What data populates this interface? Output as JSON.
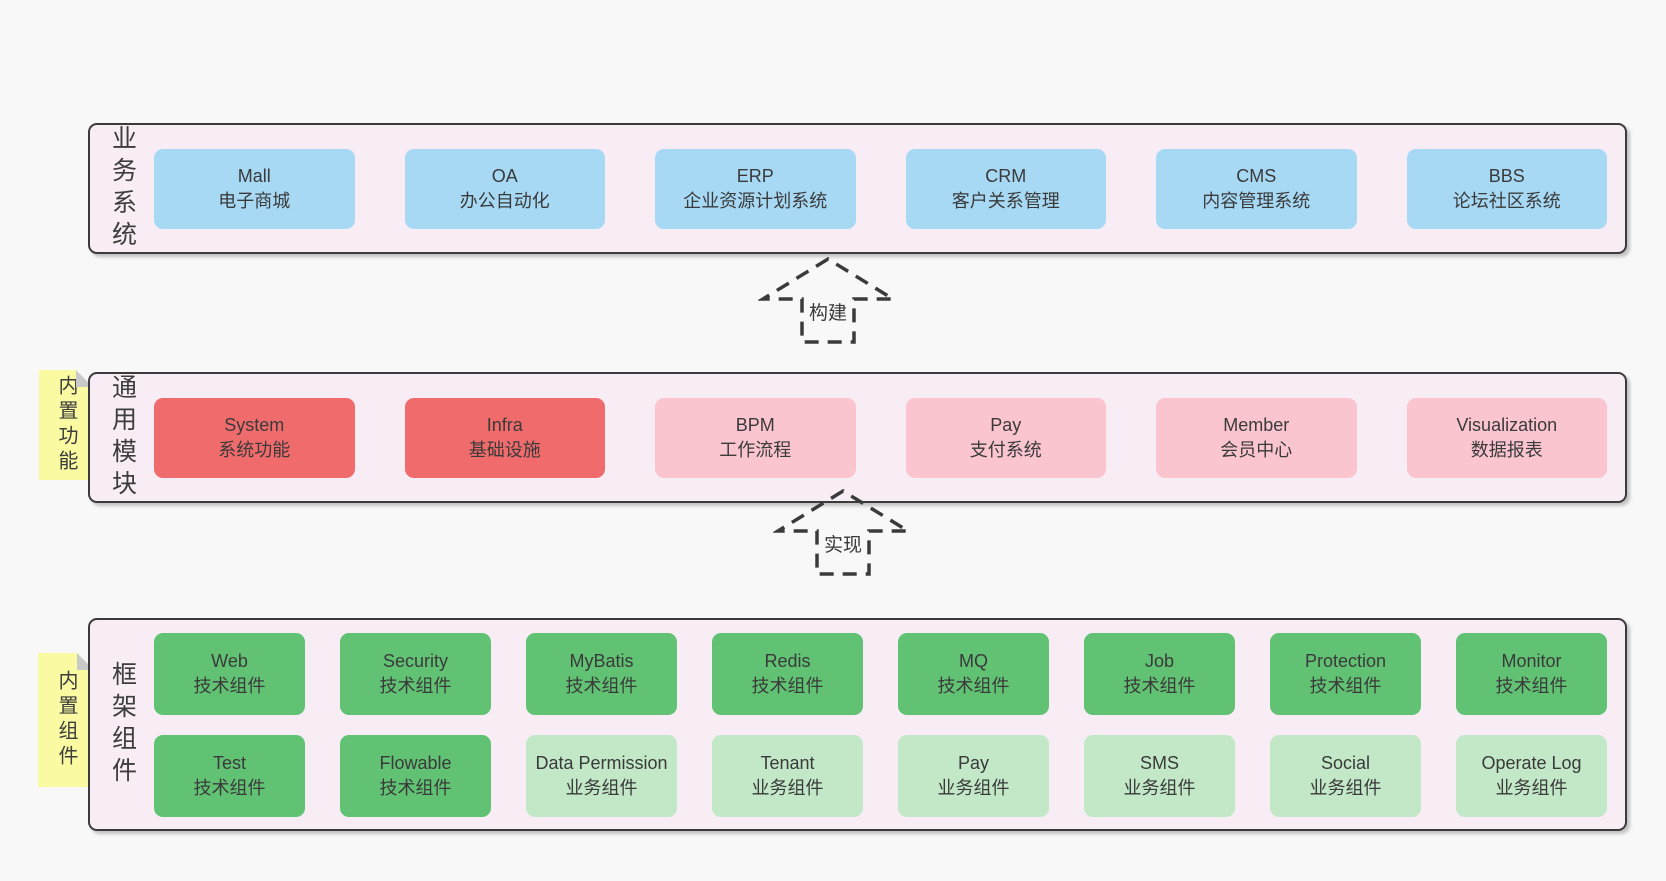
{
  "colors": {
    "page_bg": "#f8f8f8",
    "panel_bg": "#f8edf5",
    "panel_border": "#3b3b3b",
    "blue_box": "#a7d9f5",
    "red_box": "#f06b6c",
    "pink_box": "#fbc5cf",
    "green_box": "#61c274",
    "light_green_box": "#c2e8c7",
    "note_bg": "#fafaa2",
    "note_fold": "#c9c9c9",
    "text": "#3d3d3d"
  },
  "arrows": [
    {
      "label": "构建"
    },
    {
      "label": "实现"
    }
  ],
  "layers": [
    {
      "label": "业务系统",
      "boxes": [
        {
          "title": "Mall",
          "subtitle": "电子商城",
          "variant": "blue"
        },
        {
          "title": "OA",
          "subtitle": "办公自动化",
          "variant": "blue"
        },
        {
          "title": "ERP",
          "subtitle": "企业资源计划系统",
          "variant": "blue"
        },
        {
          "title": "CRM",
          "subtitle": "客户关系管理",
          "variant": "blue"
        },
        {
          "title": "CMS",
          "subtitle": "内容管理系统",
          "variant": "blue"
        },
        {
          "title": "BBS",
          "subtitle": "论坛社区系统",
          "variant": "blue"
        }
      ]
    },
    {
      "label": "通用模块",
      "note": "内置功能",
      "boxes": [
        {
          "title": "System",
          "subtitle": "系统功能",
          "variant": "red"
        },
        {
          "title": "Infra",
          "subtitle": "基础设施",
          "variant": "red"
        },
        {
          "title": "BPM",
          "subtitle": "工作流程",
          "variant": "pink"
        },
        {
          "title": "Pay",
          "subtitle": "支付系统",
          "variant": "pink"
        },
        {
          "title": "Member",
          "subtitle": "会员中心",
          "variant": "pink"
        },
        {
          "title": "Visualization",
          "subtitle": "数据报表",
          "variant": "pink"
        }
      ]
    },
    {
      "label": "框架组件",
      "note": "内置组件",
      "rows": [
        [
          {
            "title": "Web",
            "subtitle": "技术组件",
            "variant": "green"
          },
          {
            "title": "Security",
            "subtitle": "技术组件",
            "variant": "green"
          },
          {
            "title": "MyBatis",
            "subtitle": "技术组件",
            "variant": "green"
          },
          {
            "title": "Redis",
            "subtitle": "技术组件",
            "variant": "green"
          },
          {
            "title": "MQ",
            "subtitle": "技术组件",
            "variant": "green"
          },
          {
            "title": "Job",
            "subtitle": "技术组件",
            "variant": "green"
          },
          {
            "title": "Protection",
            "subtitle": "技术组件",
            "variant": "green"
          },
          {
            "title": "Monitor",
            "subtitle": "技术组件",
            "variant": "green"
          }
        ],
        [
          {
            "title": "Test",
            "subtitle": "技术组件",
            "variant": "green"
          },
          {
            "title": "Flowable",
            "subtitle": "技术组件",
            "variant": "green"
          },
          {
            "title": "Data Permission",
            "subtitle": "业务组件",
            "variant": "lgreen"
          },
          {
            "title": "Tenant",
            "subtitle": "业务组件",
            "variant": "lgreen"
          },
          {
            "title": "Pay",
            "subtitle": "业务组件",
            "variant": "lgreen"
          },
          {
            "title": "SMS",
            "subtitle": "业务组件",
            "variant": "lgreen"
          },
          {
            "title": "Social",
            "subtitle": "业务组件",
            "variant": "lgreen"
          },
          {
            "title": "Operate Log",
            "subtitle": "业务组件",
            "variant": "lgreen"
          }
        ]
      ]
    }
  ]
}
